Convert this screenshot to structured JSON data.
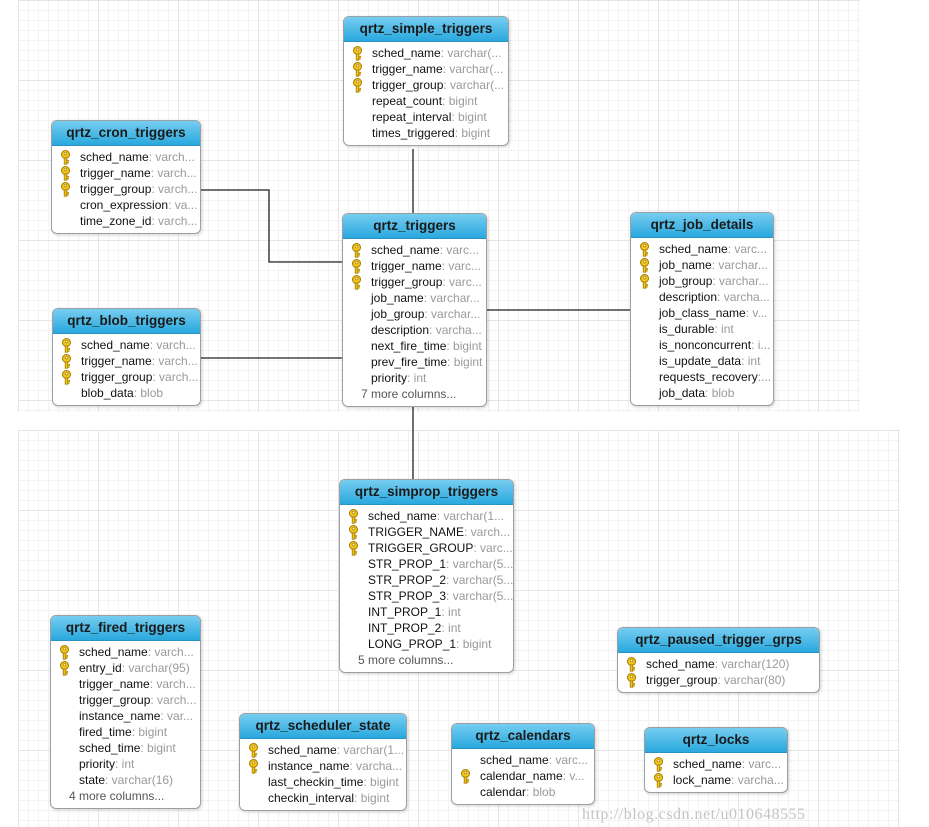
{
  "tables": [
    {
      "id": "simple",
      "title": "qrtz_simple_triggers",
      "columns": [
        {
          "name": "sched_name",
          "type": ": varchar(...",
          "key": true
        },
        {
          "name": "trigger_name",
          "type": ": varchar(...",
          "key": true
        },
        {
          "name": "trigger_group",
          "type": ": varchar(...",
          "key": true
        },
        {
          "name": "repeat_count",
          "type": ": bigint",
          "key": false
        },
        {
          "name": "repeat_interval",
          "type": ": bigint",
          "key": false
        },
        {
          "name": "times_triggered",
          "type": ": bigint",
          "key": false
        }
      ],
      "more": ""
    },
    {
      "id": "cron",
      "title": "qrtz_cron_triggers",
      "columns": [
        {
          "name": "sched_name",
          "type": ": varch...",
          "key": true
        },
        {
          "name": "trigger_name",
          "type": ": varch...",
          "key": true
        },
        {
          "name": "trigger_group",
          "type": ": varch...",
          "key": true
        },
        {
          "name": "cron_expression",
          "type": ": va...",
          "key": false
        },
        {
          "name": "time_zone_id",
          "type": ": varch...",
          "key": false
        }
      ],
      "more": ""
    },
    {
      "id": "triggers",
      "title": "qrtz_triggers",
      "columns": [
        {
          "name": "sched_name",
          "type": ": varc...",
          "key": true
        },
        {
          "name": "trigger_name",
          "type": ": varc...",
          "key": true
        },
        {
          "name": "trigger_group",
          "type": ": varc...",
          "key": true
        },
        {
          "name": "job_name",
          "type": ": varchar...",
          "key": false
        },
        {
          "name": "job_group",
          "type": ": varchar...",
          "key": false
        },
        {
          "name": "description",
          "type": ": varcha...",
          "key": false
        },
        {
          "name": "next_fire_time",
          "type": ": bigint",
          "key": false
        },
        {
          "name": "prev_fire_time",
          "type": ": bigint",
          "key": false
        },
        {
          "name": "priority",
          "type": ": int",
          "key": false
        }
      ],
      "more": "7 more columns..."
    },
    {
      "id": "jobdetails",
      "title": "qrtz_job_details",
      "columns": [
        {
          "name": "sched_name",
          "type": ": varc...",
          "key": true
        },
        {
          "name": "job_name",
          "type": ": varchar...",
          "key": true
        },
        {
          "name": "job_group",
          "type": ": varchar...",
          "key": true
        },
        {
          "name": "description",
          "type": ": varcha...",
          "key": false
        },
        {
          "name": "job_class_name",
          "type": ": v...",
          "key": false
        },
        {
          "name": "is_durable",
          "type": ": int",
          "key": false
        },
        {
          "name": "is_nonconcurrent",
          "type": ": i...",
          "key": false
        },
        {
          "name": "is_update_data",
          "type": ": int",
          "key": false
        },
        {
          "name": "requests_recovery",
          "type": ":...",
          "key": false
        },
        {
          "name": "job_data",
          "type": ": blob",
          "key": false
        }
      ],
      "more": ""
    },
    {
      "id": "blob",
      "title": "qrtz_blob_triggers",
      "columns": [
        {
          "name": "sched_name",
          "type": ": varch...",
          "key": true
        },
        {
          "name": "trigger_name",
          "type": ": varch...",
          "key": true
        },
        {
          "name": "trigger_group",
          "type": ": varch...",
          "key": true
        },
        {
          "name": "blob_data",
          "type": ": blob",
          "key": false
        }
      ],
      "more": ""
    },
    {
      "id": "simprop",
      "title": "qrtz_simprop_triggers",
      "columns": [
        {
          "name": "sched_name",
          "type": ": varchar(1...",
          "key": true
        },
        {
          "name": "TRIGGER_NAME",
          "type": ": varch...",
          "key": true
        },
        {
          "name": "TRIGGER_GROUP",
          "type": ": varc...",
          "key": true
        },
        {
          "name": "STR_PROP_1",
          "type": ": varchar(5...",
          "key": false
        },
        {
          "name": "STR_PROP_2",
          "type": ": varchar(5...",
          "key": false
        },
        {
          "name": "STR_PROP_3",
          "type": ": varchar(5...",
          "key": false
        },
        {
          "name": "INT_PROP_1",
          "type": ": int",
          "key": false
        },
        {
          "name": "INT_PROP_2",
          "type": ": int",
          "key": false
        },
        {
          "name": "LONG_PROP_1",
          "type": ": bigint",
          "key": false
        }
      ],
      "more": "5 more columns..."
    },
    {
      "id": "fired",
      "title": "qrtz_fired_triggers",
      "columns": [
        {
          "name": "sched_name",
          "type": ": varch...",
          "key": true
        },
        {
          "name": "entry_id",
          "type": ": varchar(95)",
          "key": true
        },
        {
          "name": "trigger_name",
          "type": ": varch...",
          "key": false
        },
        {
          "name": "trigger_group",
          "type": ": varch...",
          "key": false
        },
        {
          "name": "instance_name",
          "type": ": var...",
          "key": false
        },
        {
          "name": "fired_time",
          "type": ": bigint",
          "key": false
        },
        {
          "name": "sched_time",
          "type": ": bigint",
          "key": false
        },
        {
          "name": "priority",
          "type": ": int",
          "key": false
        },
        {
          "name": "state",
          "type": ": varchar(16)",
          "key": false
        }
      ],
      "more": "4 more columns..."
    },
    {
      "id": "paused",
      "title": "qrtz_paused_trigger_grps",
      "columns": [
        {
          "name": "sched_name",
          "type": ": varchar(120)",
          "key": true
        },
        {
          "name": "trigger_group",
          "type": ": varchar(80)",
          "key": true
        }
      ],
      "more": ""
    },
    {
      "id": "scheduler",
      "title": "qrtz_scheduler_state",
      "columns": [
        {
          "name": "sched_name",
          "type": ": varchar(1...",
          "key": true
        },
        {
          "name": "instance_name",
          "type": ": varcha...",
          "key": true
        },
        {
          "name": "last_checkin_time",
          "type": ": bigint",
          "key": false
        },
        {
          "name": "checkin_interval",
          "type": ": bigint",
          "key": false
        }
      ],
      "more": ""
    },
    {
      "id": "calendars",
      "title": "qrtz_calendars",
      "columns": [
        {
          "name": "sched_name",
          "type": ": varc...",
          "key": false
        },
        {
          "name": "calendar_name",
          "type": ": v...",
          "key": true
        },
        {
          "name": "calendar",
          "type": ": blob",
          "key": false
        }
      ],
      "more": ""
    },
    {
      "id": "locks",
      "title": "qrtz_locks",
      "columns": [
        {
          "name": "sched_name",
          "type": ": varc...",
          "key": true
        },
        {
          "name": "lock_name",
          "type": ": varcha...",
          "key": true
        }
      ],
      "more": ""
    }
  ],
  "watermark": "http://blog.csdn.net/u010648555",
  "colors": {
    "header_top": "#76cdf0",
    "header_bottom": "#29a8de",
    "key_icon": "#f0c419",
    "type_text": "#9a9a9a",
    "link_line": "#222222"
  }
}
